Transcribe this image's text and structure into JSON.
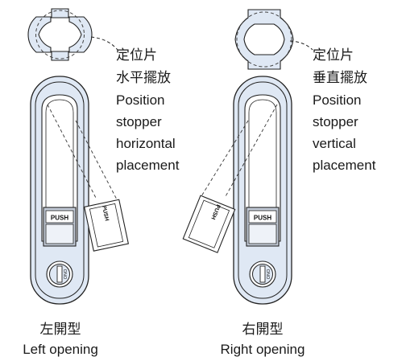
{
  "left": {
    "stopper_label_zh": "定位片",
    "orientation_zh": "水平擺放",
    "desc_en": [
      "Position",
      "stopper",
      "horizontal",
      "placement"
    ],
    "caption_zh": "左開型",
    "caption_en": "Left opening"
  },
  "right": {
    "stopper_label_zh": "定位片",
    "orientation_zh": "垂直擺放",
    "desc_en": [
      "Position",
      "stopper",
      "vertical",
      "placement"
    ],
    "caption_zh": "右開型",
    "caption_en": "Right opening"
  },
  "button_label": "PUSH",
  "lock_label": "ONO",
  "colors": {
    "fill": "#dfe8f4",
    "stroke": "#222222",
    "dash": "#333333"
  }
}
